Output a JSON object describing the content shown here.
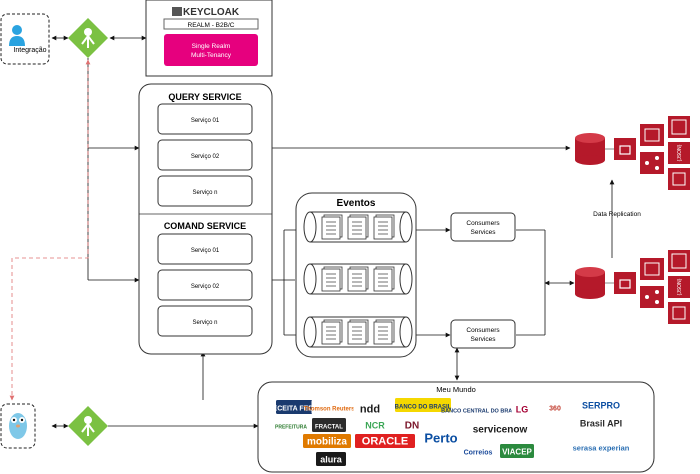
{
  "integration": {
    "label": "Integração"
  },
  "keycloak": {
    "brand": "KEYCLOAK",
    "realm": "REALM - B2B/C",
    "single_realm": "Single Realm",
    "multi_tenancy": "Multi-Tenancy"
  },
  "query_service": {
    "title": "QUERY SERVICE",
    "items": [
      "Serviço 01",
      "Serviço 02",
      "Serviço n"
    ]
  },
  "command_service": {
    "title": "COMAND SERVICE",
    "items": [
      "Serviço 01",
      "Serviço 02",
      "Serviço n"
    ]
  },
  "events": {
    "title": "Eventos"
  },
  "consumers": [
    {
      "line1": "Consumers",
      "line2": "Services"
    },
    {
      "line1": "Consumers",
      "line2": "Services"
    }
  ],
  "data_replication": "Data Replication",
  "json_labels": [
    "{JSON}",
    "{JSON}"
  ],
  "meu_mundo": {
    "title": "Meu Mundo",
    "logos": [
      {
        "text": "RECEITA FEDERAL",
        "color": "#1a3a6e"
      },
      {
        "text": "Thomson Reuters",
        "color": "#e06a10"
      },
      {
        "text": "ndd",
        "color": "#1a1a1a"
      },
      {
        "text": "BANCO DO BRASIL",
        "color": "#f5d800"
      },
      {
        "text": "BANCO CENTRAL DO BRASIL",
        "color": "#1a3a6e"
      },
      {
        "text": "LG",
        "color": "#a50034"
      },
      {
        "text": "360",
        "color": "#c0392b"
      },
      {
        "text": "SERPRO",
        "color": "#0b4ea2"
      },
      {
        "text": "PREFEITURA",
        "color": "#2f7d32"
      },
      {
        "text": "FRACTAL",
        "color": "#2b2b2b"
      },
      {
        "text": "NCR",
        "color": "#3aa655"
      },
      {
        "text": "DN",
        "color": "#7a1428"
      },
      {
        "text": "servicenow",
        "color": "#1a1a1a"
      },
      {
        "text": "Brasil API",
        "color": "#2b2b2b"
      },
      {
        "text": "mobiliza",
        "color": "#e07a00"
      },
      {
        "text": "ORACLE",
        "color": "#e02020"
      },
      {
        "text": "Perto",
        "color": "#0b4ea2"
      },
      {
        "text": "Correios",
        "color": "#1a4a9a"
      },
      {
        "text": "VIACEP",
        "color": "#2b8a3e"
      },
      {
        "text": "alura",
        "color": "#ffffff"
      },
      {
        "text": "serasa experian",
        "color": "#2b6fb3"
      }
    ]
  },
  "colors": {
    "gateway": "#7bc142",
    "db": "#b5192a",
    "pink": "#e6007e",
    "arrow_red": "#e07070"
  }
}
